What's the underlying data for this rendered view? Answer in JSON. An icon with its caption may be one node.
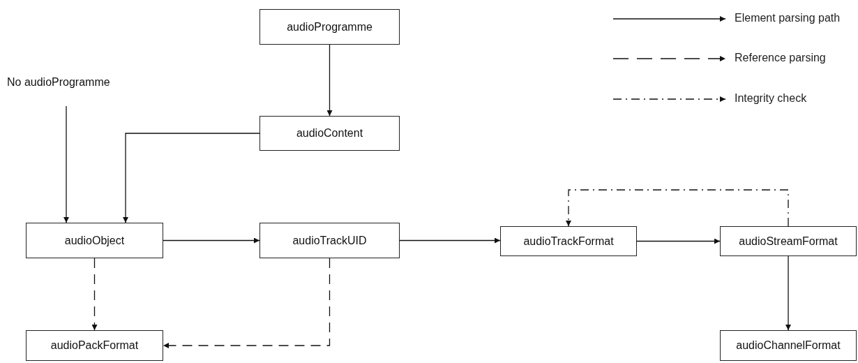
{
  "diagram": {
    "nodes": [
      {
        "text": [
          "audioProgramme"
        ]
      },
      {
        "text": [
          "No audioProgramme"
        ]
      },
      {
        "text": [
          "audioContent"
        ]
      },
      {
        "text": [
          "audioObject"
        ]
      },
      {
        "text": [
          "audioTrackUID"
        ]
      },
      {
        "text": [
          "audioTrackFormat"
        ]
      },
      {
        "text": [
          "audioStreamFormat"
        ]
      },
      {
        "text": [
          "audioPackFormat"
        ]
      },
      {
        "text": [
          "audioChannelFormat"
        ]
      }
    ],
    "edges": [
      {
        "from": 0,
        "to": 2,
        "arrow": "to"
      },
      {
        "from": 1,
        "to": 3,
        "arrow": "to"
      },
      {
        "from": 2,
        "to": 3,
        "arrow": "to"
      },
      {
        "from": 3,
        "to": 4,
        "arrow": "to"
      },
      {
        "from": 4,
        "to": 5,
        "arrow": "to"
      },
      {
        "from": 5,
        "to": 6,
        "arrow": "to"
      },
      {
        "from": 6,
        "to": 8,
        "arrow": "to"
      },
      {
        "from": 3,
        "to": 7,
        "arrow": "to",
        "style": "dashed"
      },
      {
        "from": 4,
        "to": 7,
        "arrow": "to",
        "style": "dashed"
      },
      {
        "from": 6,
        "to": 5,
        "arrow": "to",
        "style": "dashed"
      }
    ],
    "legend": [
      {
        "text": "Element parsing path"
      },
      {
        "text": "Reference parsing"
      },
      {
        "text": "Integrity check"
      }
    ]
  }
}
